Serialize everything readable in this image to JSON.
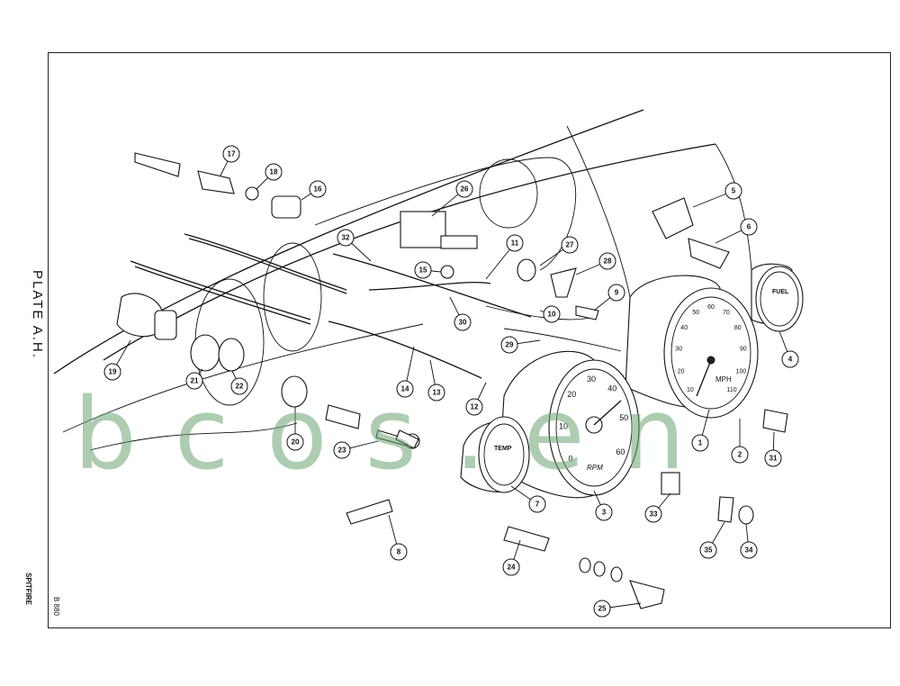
{
  "plate": {
    "title": "PLATE A.H.",
    "model": "SPITFIRE",
    "drawing_ref": "B 880"
  },
  "watermark": "bcos.en",
  "gauges": {
    "speedo_unit": "MPH",
    "speedo_scale": [
      "10",
      "20",
      "30",
      "40",
      "50",
      "60",
      "70",
      "80",
      "90",
      "100",
      "110"
    ],
    "tacho_unit": "RPM",
    "tacho_scale": [
      "0",
      "10",
      "20",
      "30",
      "40",
      "50",
      "60"
    ],
    "temp_label": "TEMP",
    "fuel_label": "FUEL"
  },
  "callouts": [
    "1",
    "2",
    "3",
    "4",
    "5",
    "6",
    "7",
    "8",
    "9",
    "10",
    "11",
    "12",
    "13",
    "14",
    "15",
    "16",
    "17",
    "18",
    "19",
    "20",
    "21",
    "22",
    "23",
    "24",
    "25",
    "26",
    "27",
    "28",
    "29",
    "30",
    "31",
    "32",
    "33",
    "34",
    "35"
  ]
}
